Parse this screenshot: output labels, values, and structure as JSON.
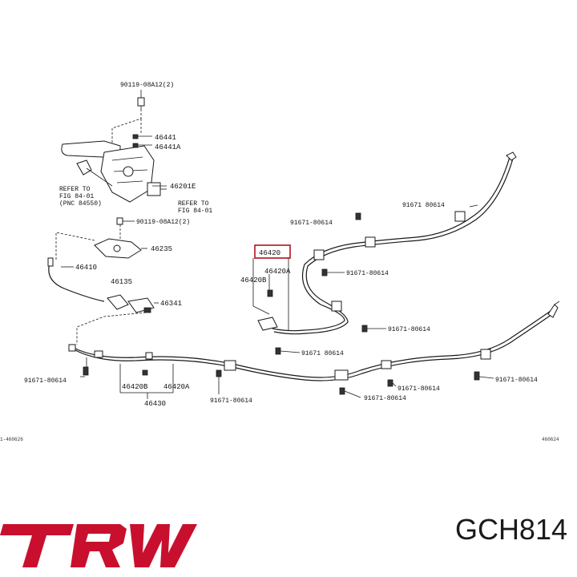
{
  "labels": {
    "l_90119_top": "90119-08A12(2)",
    "l_46441": "46441",
    "l_46441A": "46441A",
    "l_46201E": "46201E",
    "l_refer1_a": "REFER TO",
    "l_refer1_b": "FIG 84-01",
    "l_refer1_c": "(PNC 84550)",
    "l_refer2_a": "REFER TO",
    "l_refer2_b": "FIG 84-01",
    "l_90119_mid": "90119-08A12(2)",
    "l_46235": "46235",
    "l_46410": "46410",
    "l_46135": "46135",
    "l_46341": "46341",
    "l_46420": "46420",
    "l_46420A_mid": "46420A",
    "l_46420B_mid": "46420B",
    "l_91671_top_left": "91671-80614",
    "l_91671_top_right": "91671 80614",
    "l_91671_mid1": "91671-80614",
    "l_91671_mid2": "91671-80614",
    "l_91671_mid3": "91671 80614",
    "l_91671_left": "91671-80614",
    "l_46420B_low": "46420B",
    "l_46420A_low": "46420A",
    "l_46430": "46430",
    "l_91671_low1": "91671-80614",
    "l_91671_low2": "91671-80614",
    "l_91671_low3": "91671-80614",
    "l_91671_right": "91671-80614",
    "code_left": "1-460626",
    "code_right": "460624"
  },
  "highlighted_part": "46420",
  "brand": {
    "name": "TRW",
    "color": "#c8102e"
  },
  "part_number": "GCH814"
}
